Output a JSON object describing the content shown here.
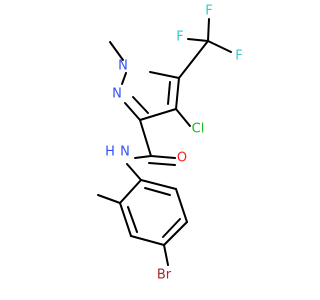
{
  "molecule": {
    "atoms": {
      "f_top": "F",
      "f_left": "F",
      "f_right": "F",
      "n1": "N",
      "n2": "N",
      "cl": "Cl",
      "o": "O",
      "nh_n": "N",
      "nh_h": "H",
      "br": "Br"
    }
  },
  "colors": {
    "carbon_bond": "#000000",
    "fluorine": "#33cccc",
    "nitrogen": "#3050f8",
    "chlorine": "#1fb81f",
    "oxygen": "#ff2020",
    "bromine": "#a62929"
  }
}
